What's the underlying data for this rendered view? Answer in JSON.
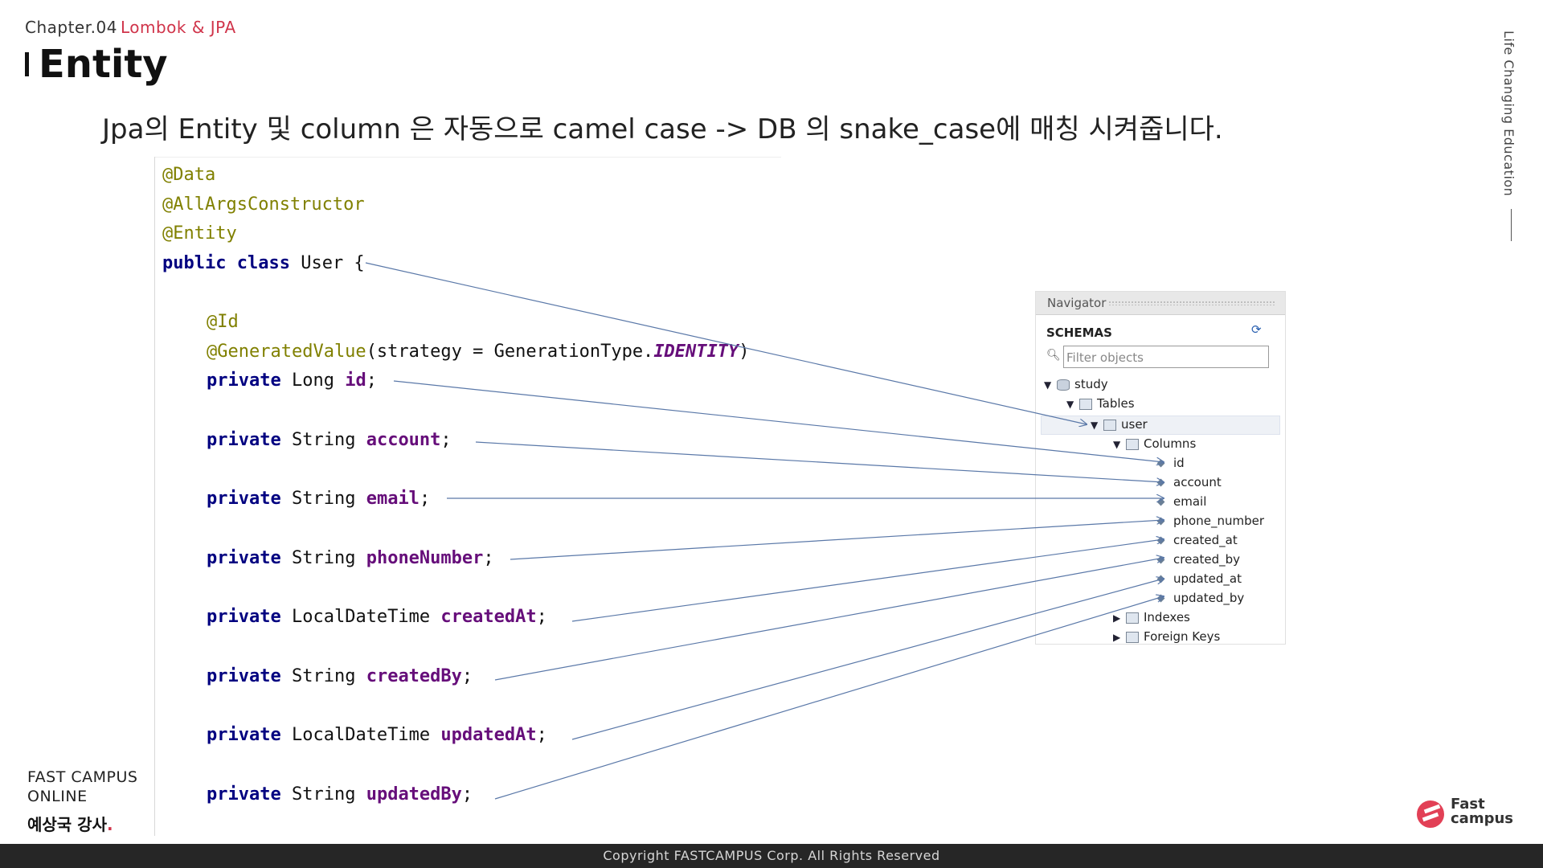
{
  "header": {
    "chapter": "Chapter.04",
    "chapter_sub": "Lombok & JPA",
    "title": "Entity",
    "description": "Jpa의 Entity 및 column 은 자동으로 camel case -> DB 의 snake_case에 매칭 시켜줍니다.",
    "side_text": "Life Changing Education"
  },
  "code": {
    "annotations": [
      "@Data",
      "@AllArgsConstructor",
      "@Entity"
    ],
    "class_keyword": "public class",
    "class_name": "User {",
    "id_annotation": "@Id",
    "gen_annotation": "@GeneratedValue",
    "gen_args_start": "(strategy = GenerationType.",
    "gen_args_ital": "IDENTITY",
    "gen_args_end": ")",
    "private_keyword": "private",
    "fields": [
      {
        "type": "Long",
        "name": "id"
      },
      {
        "type": "String",
        "name": "account"
      },
      {
        "type": "String",
        "name": "email"
      },
      {
        "type": "String",
        "name": "phoneNumber"
      },
      {
        "type": "LocalDateTime",
        "name": "createdAt"
      },
      {
        "type": "String",
        "name": "createdBy"
      },
      {
        "type": "LocalDateTime",
        "name": "updatedAt"
      },
      {
        "type": "String",
        "name": "updatedBy"
      }
    ],
    "semicolon": ";"
  },
  "navigator": {
    "title": "Navigator",
    "schemas_label": "SCHEMAS",
    "refresh_icon": "refresh-icon",
    "filter_placeholder": "Filter objects",
    "schema": "study",
    "tables_label": "Tables",
    "table": "user",
    "columns_label": "Columns",
    "columns": [
      "id",
      "account",
      "email",
      "phone_number",
      "created_at",
      "created_by",
      "updated_at",
      "updated_by"
    ],
    "indexes_label": "Indexes",
    "foreign_keys_label": "Foreign Keys"
  },
  "footer": {
    "brand_line1": "FAST CAMPUS",
    "brand_line2": "ONLINE",
    "teacher": "예상국 강사",
    "teacher_dot": ".",
    "logo_word1": "Fast",
    "logo_word2": "campus",
    "copyright": "Copyright FASTCAMPUS Corp. All Rights Reserved"
  },
  "colors": {
    "accent": "#d0344a",
    "annotation": "#808000",
    "keyword": "#000080",
    "field": "#660e7a",
    "arrow": "#5a78a8"
  }
}
